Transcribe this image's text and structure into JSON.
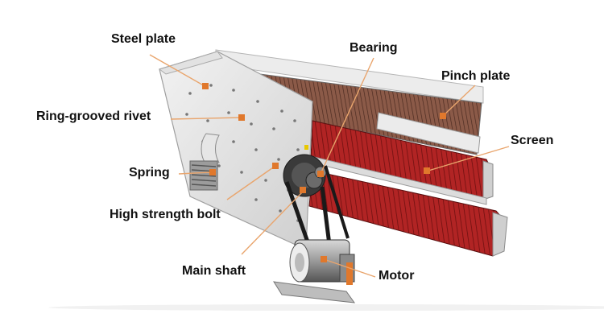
{
  "labels": {
    "steel_plate": "Steel plate",
    "ring_grooved_rivet": "Ring-grooved rivet",
    "spring": "Spring",
    "high_strength_bolt": "High strength bolt",
    "main_shaft": "Main shaft",
    "bearing": "Bearing",
    "pinch_plate": "Pinch plate",
    "screen": "Screen",
    "motor": "Motor"
  },
  "colors": {
    "leader_line": "#e9a56d",
    "marker": "#e0782c",
    "mesh": "#a51f1f",
    "frame": "#d9d9d9"
  }
}
